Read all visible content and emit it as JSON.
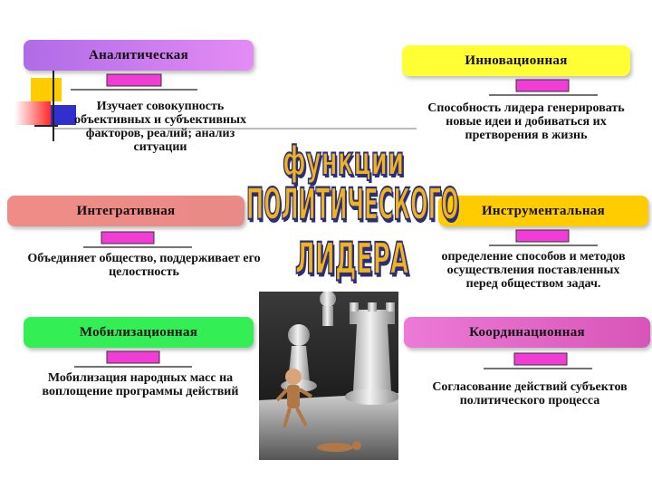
{
  "colors": {
    "analytic": "#d66ff2",
    "innovative": "#ffff33",
    "integrative": "#f08c88",
    "instrumental": "#ffcc00",
    "mobilization": "#33ee55",
    "coordination": "#e85fc8",
    "connector": "#f23cd6",
    "title_fill": "#f2b21c",
    "title_outline": "#2a2f7a"
  },
  "title": {
    "line1": "функции",
    "line2": "ПОЛИТИЧЕСКОГО",
    "line3": "ЛИДЕРА"
  },
  "functions": [
    {
      "id": "analytic",
      "label": "Аналитическая",
      "description": "Изучает совокупность объективных и субъективных факторов, реалий; анализ ситуации"
    },
    {
      "id": "innovative",
      "label": "Инновационная",
      "description": "Способность лидера генерировать новые идеи и добиваться их претворения в жизнь"
    },
    {
      "id": "integrative",
      "label": "Интегративная",
      "description": "Объединяет общество, поддерживает его целостность"
    },
    {
      "id": "instrumental",
      "label": "Инструментальная",
      "description": "определение способов и методов осуществления поставленных перед обществом задач."
    },
    {
      "id": "mobilization",
      "label": "Мобилизационная",
      "description": "Мобилизация народных масс на воплощение программы действий"
    },
    {
      "id": "coordination",
      "label": "Координационная",
      "description": "Согласование действий субъектов политического процесса"
    }
  ],
  "illustration": {
    "icon": "chess-board-illustration"
  }
}
